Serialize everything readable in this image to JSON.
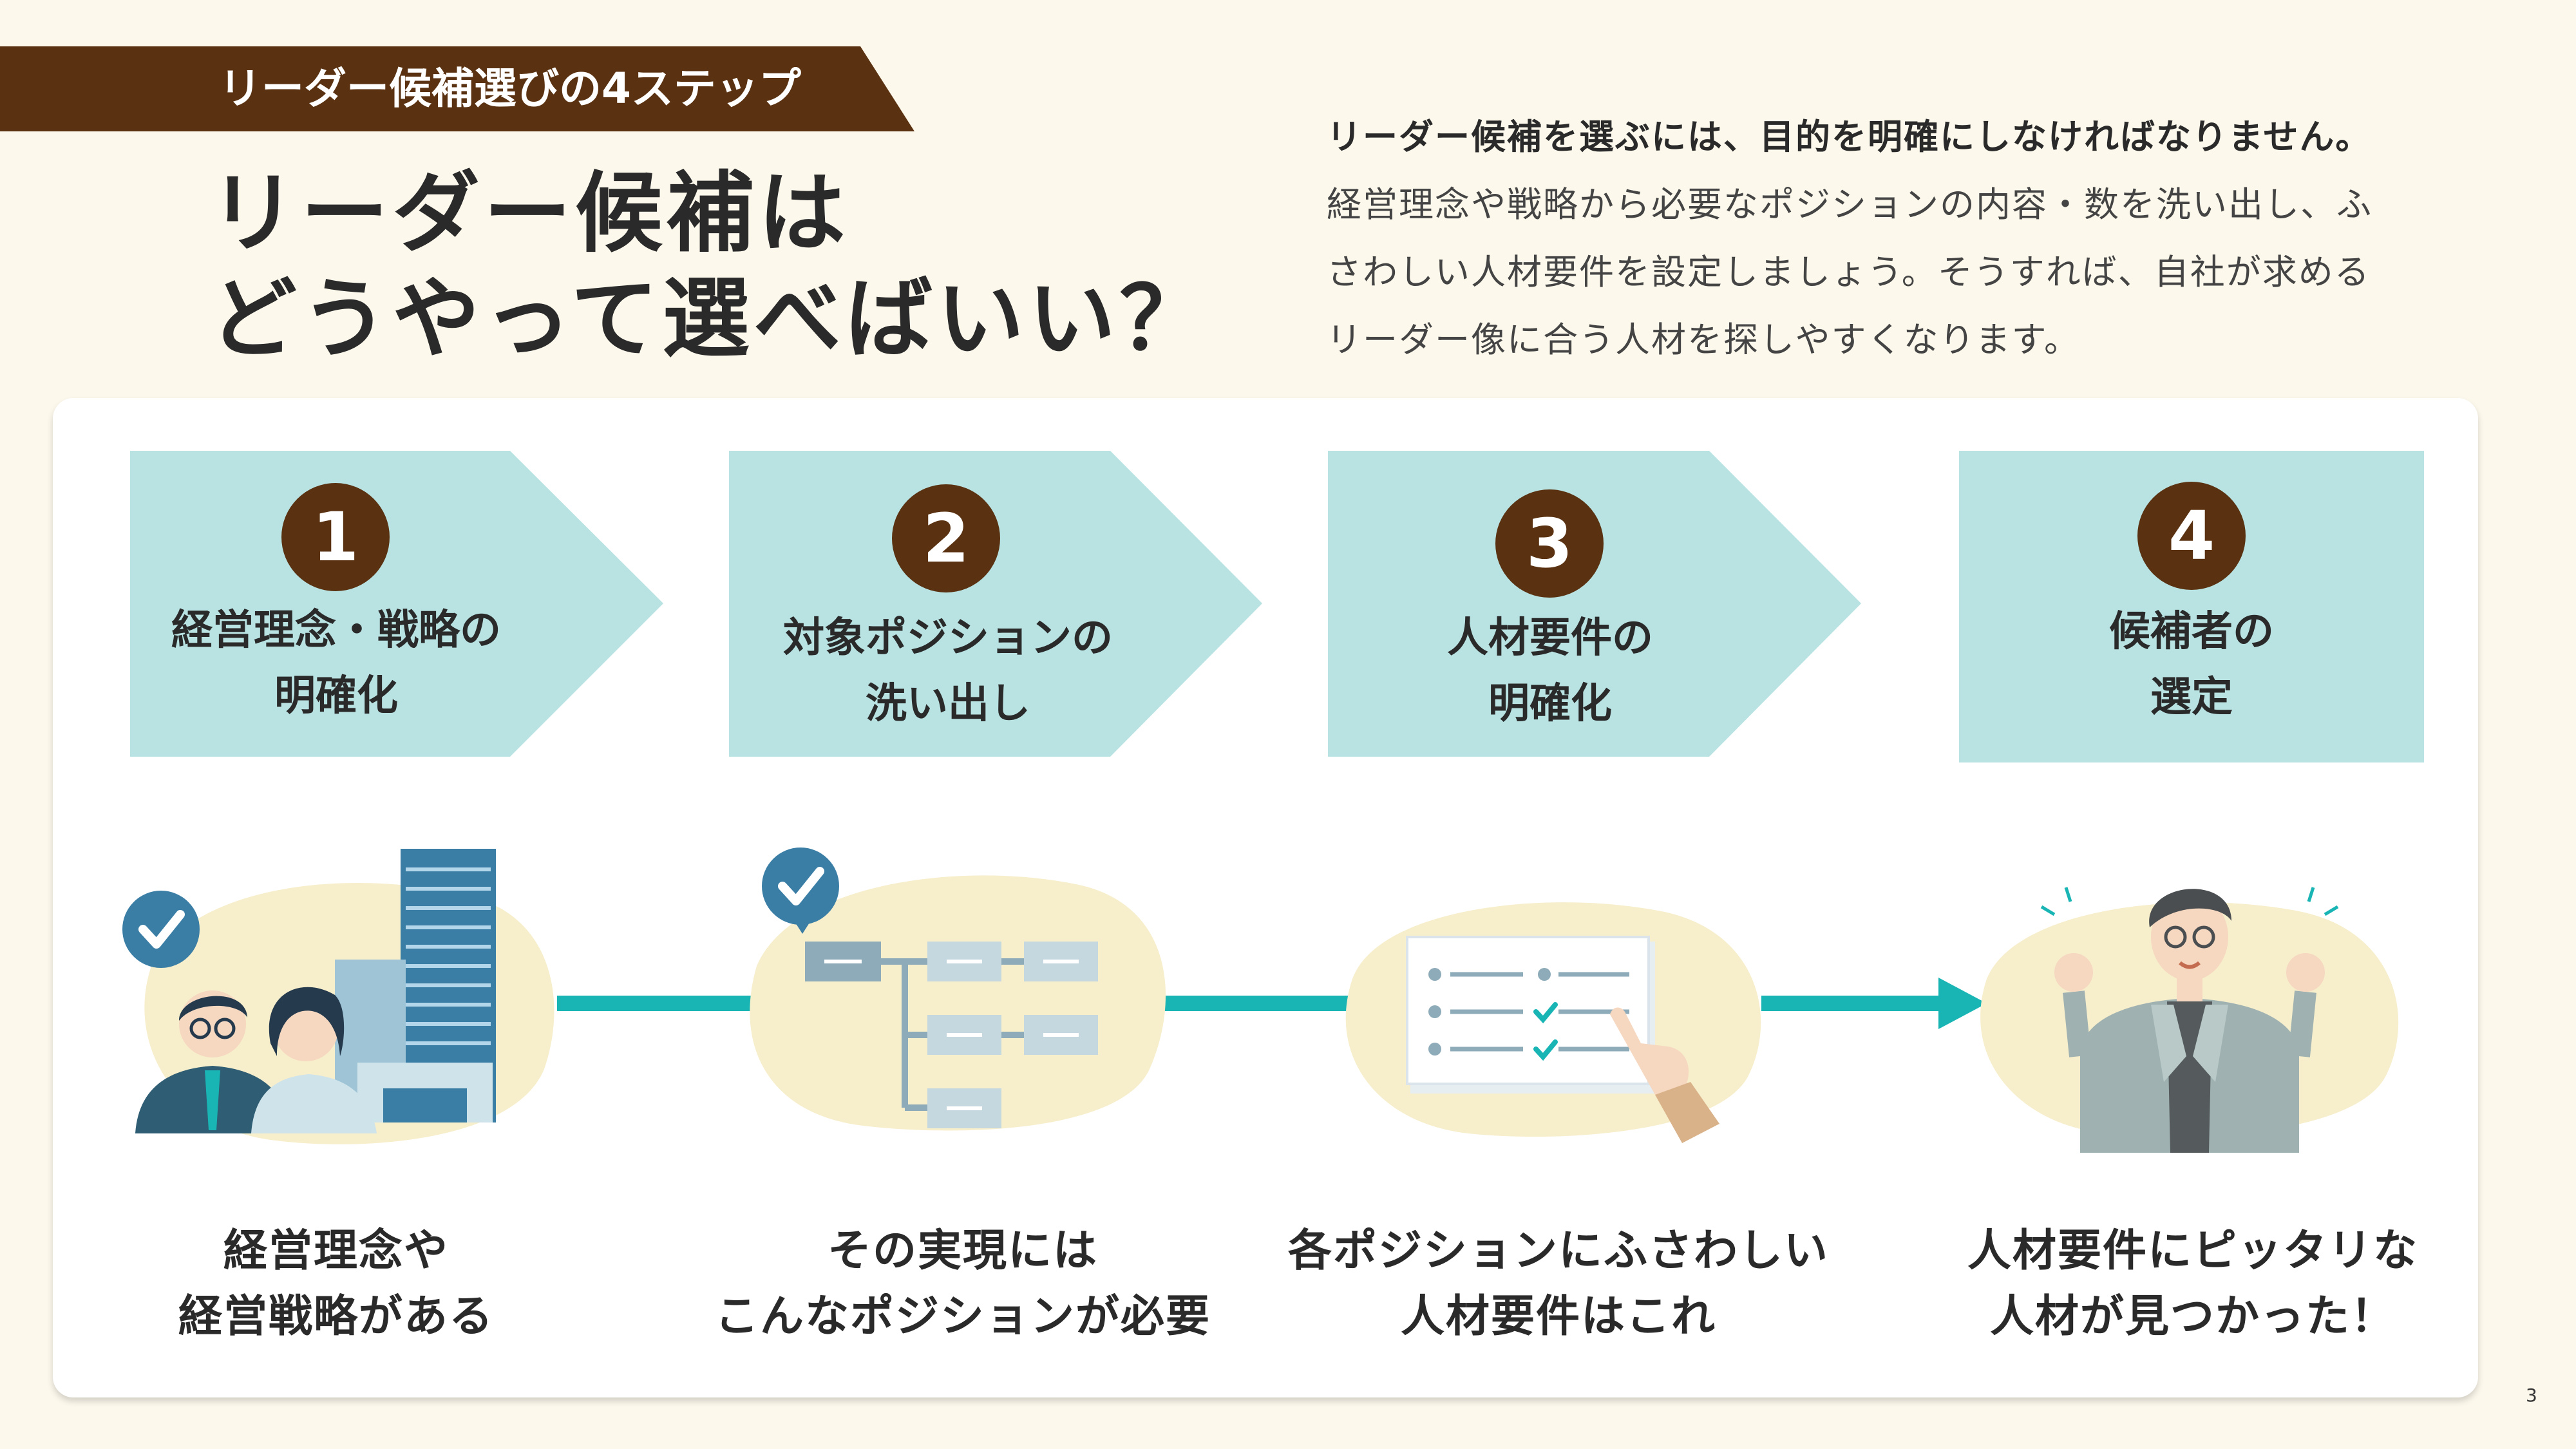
{
  "header": {
    "banner": "リーダー候補選びの4ステップ",
    "title_line1": "リーダー候補は",
    "title_line2": "どうやって選べばいい？"
  },
  "intro": {
    "lead": "リーダー候補を選ぶには、目的を明確にしなければなりません。",
    "line1": "経営理念や戦略から必要なポジションの内容・数を洗い出し、ふ",
    "line2": "さわしい人材要件を設定しましょう。そうすれば、自社が求める",
    "line3": "リーダー像に合う人材を探しやすくなります。"
  },
  "steps": [
    {
      "number": "1",
      "line1": "経営理念・戦略の",
      "line2": "明確化",
      "caption1": "経営理念や",
      "caption2": "経営戦略がある",
      "icon": "executives-building-icon"
    },
    {
      "number": "2",
      "line1": "対象ポジションの",
      "line2": "洗い出し",
      "caption1": "その実現には",
      "caption2": "こんなポジションが必要",
      "icon": "org-chart-icon"
    },
    {
      "number": "3",
      "line1": "人材要件の",
      "line2": "明確化",
      "caption1": "各ポジションにふさわしい",
      "caption2": "人材要件はこれ",
      "icon": "checklist-icon"
    },
    {
      "number": "4",
      "line1": "候補者の",
      "line2": "選定",
      "caption1": "人材要件にピッタリな",
      "caption2": "人材が見つかった！",
      "icon": "happy-person-icon"
    }
  ],
  "page_number": "3",
  "colors": {
    "background": "#fcf8ec",
    "banner": "#5a3211",
    "step_fill": "#b9e3e3",
    "accent_teal": "#19b5b5",
    "blob": "#f7eecb"
  }
}
